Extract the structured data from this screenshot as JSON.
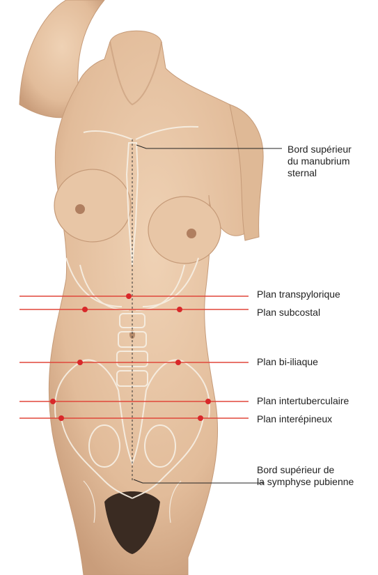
{
  "figure": {
    "skin_color": "#e6c3a3",
    "shadow_color": "#c59a78",
    "skeleton_color": "#f6eee2",
    "plane_line_color": "#e0473a",
    "landmark_dot_color": "#d8282a",
    "midline_color": "#333333"
  },
  "labels": {
    "sternum": "Bord supérieur\ndu manubrium\nsternal",
    "transpyloric": "Plan transpylorique",
    "subcostal": "Plan subcostal",
    "biiliac": "Plan bi-iliaque",
    "intertubercular": "Plan intertuberculaire",
    "interspinous": "Plan interépineux",
    "pubic": "Bord supérieur de\nla symphyse pubienne"
  }
}
